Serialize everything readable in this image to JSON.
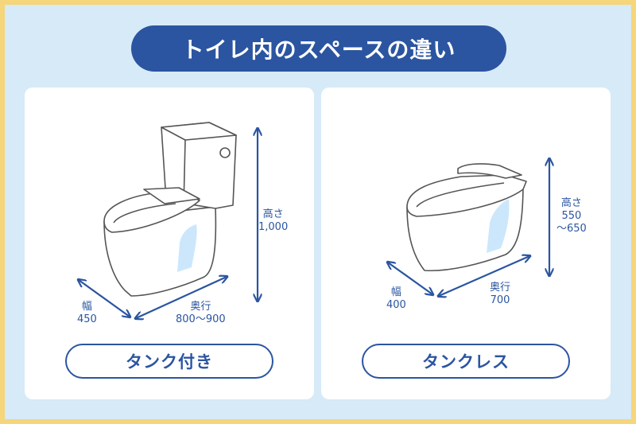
{
  "title": "トイレ内のスペースの違い",
  "colors": {
    "frame": "#f5d67a",
    "background": "#d6eaf8",
    "accent": "#2b55a0",
    "panel": "#ffffff",
    "toilet_highlight": "#cce7fb"
  },
  "panels": [
    {
      "label": "タンク付き",
      "height": {
        "label": "高さ",
        "value": "1,000"
      },
      "width": {
        "label": "幅",
        "value": "450"
      },
      "depth": {
        "label": "奥行",
        "value": "800〜900"
      }
    },
    {
      "label": "タンクレス",
      "height": {
        "label": "高さ",
        "value_line1": "550",
        "value_line2": "〜650"
      },
      "width": {
        "label": "幅",
        "value": "400"
      },
      "depth": {
        "label": "奥行",
        "value": "700"
      }
    }
  ]
}
